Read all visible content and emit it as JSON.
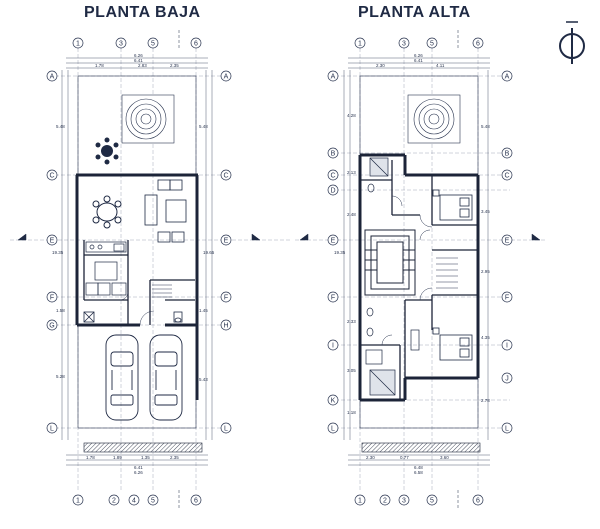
{
  "titles": {
    "planta_baja": "PLANTA BAJA",
    "planta_alta": "PLANTA ALTA"
  },
  "colors": {
    "ink": "#1f2a44",
    "wall": "#1c2438",
    "fill": "#dfe3ea"
  },
  "north_arrow": {
    "icon": "north-arrow-icon"
  },
  "planta_baja": {
    "axes_top": [
      "1",
      "3",
      "5",
      "6"
    ],
    "axes_bottom": [
      "1",
      "2",
      "4",
      "5",
      "6"
    ],
    "axes_left": [
      "A",
      "C",
      "E",
      "F",
      "G",
      "L"
    ],
    "axes_right": [
      "A",
      "C",
      "E",
      "F",
      "H",
      "L"
    ],
    "dims_top": [
      "6.26",
      "6.41",
      "1.78",
      "2.83",
      "2.35"
    ],
    "dims_left": [
      "5.48",
      "19.35",
      "1.58",
      "5.28"
    ],
    "dims_right": [
      "5.48",
      "19.65",
      "1.45",
      "5.43"
    ],
    "dims_bottom": [
      "1.78",
      "1.89",
      "1.35",
      "2.35",
      "6.41",
      "6.26"
    ]
  },
  "planta_alta": {
    "axes_top": [
      "1",
      "3",
      "5",
      "6"
    ],
    "axes_bottom": [
      "1",
      "2",
      "3",
      "5",
      "6"
    ],
    "axes_left": [
      "A",
      "B",
      "C",
      "D",
      "E",
      "F",
      "I",
      "K",
      "L"
    ],
    "axes_right": [
      "A",
      "B",
      "C",
      "E",
      "F",
      "I",
      "J",
      "L"
    ],
    "dims_top": [
      "6.26",
      "6.41",
      "2.30",
      "4.11"
    ],
    "dims_left": [
      "4.28",
      "2.13",
      "2.48",
      "19.35",
      "2.33",
      "3.05",
      "1.18"
    ],
    "dims_right": [
      "5.48",
      "3.45",
      "2.95",
      "4.35",
      "2.78"
    ],
    "dims_bottom": [
      "2.30",
      "0.77",
      "3.60",
      "6.48",
      "6.58"
    ]
  }
}
